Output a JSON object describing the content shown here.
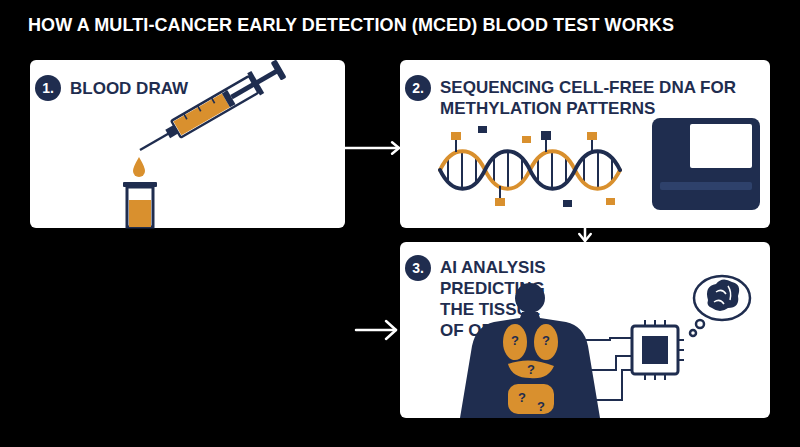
{
  "diagram": {
    "title": "HOW A MULTI-CANCER EARLY DETECTION (MCED) BLOOD TEST WORKS",
    "nodes": [
      {
        "text": [
          "BLOOD DRAW"
        ]
      },
      {
        "text": [
          "1."
        ],
        "in": 0
      },
      {
        "text": [
          "SEQUENCING CELL-FREE DNA FOR METHYLATION PATTERNS"
        ]
      },
      {
        "text": [
          "2."
        ],
        "in": 2
      },
      {
        "text": [
          "AI ANALYSIS PREDICTING THE TISSUE OF ORIGIN"
        ]
      },
      {
        "text": [
          "3."
        ],
        "in": 4
      }
    ],
    "edges": [
      {
        "from": 0,
        "to": 2,
        "arrow": "to"
      },
      {
        "from": 2,
        "to": 4,
        "arrow": "to"
      }
    ],
    "labels": [
      "?",
      "?",
      "?",
      "?",
      "?"
    ]
  }
}
